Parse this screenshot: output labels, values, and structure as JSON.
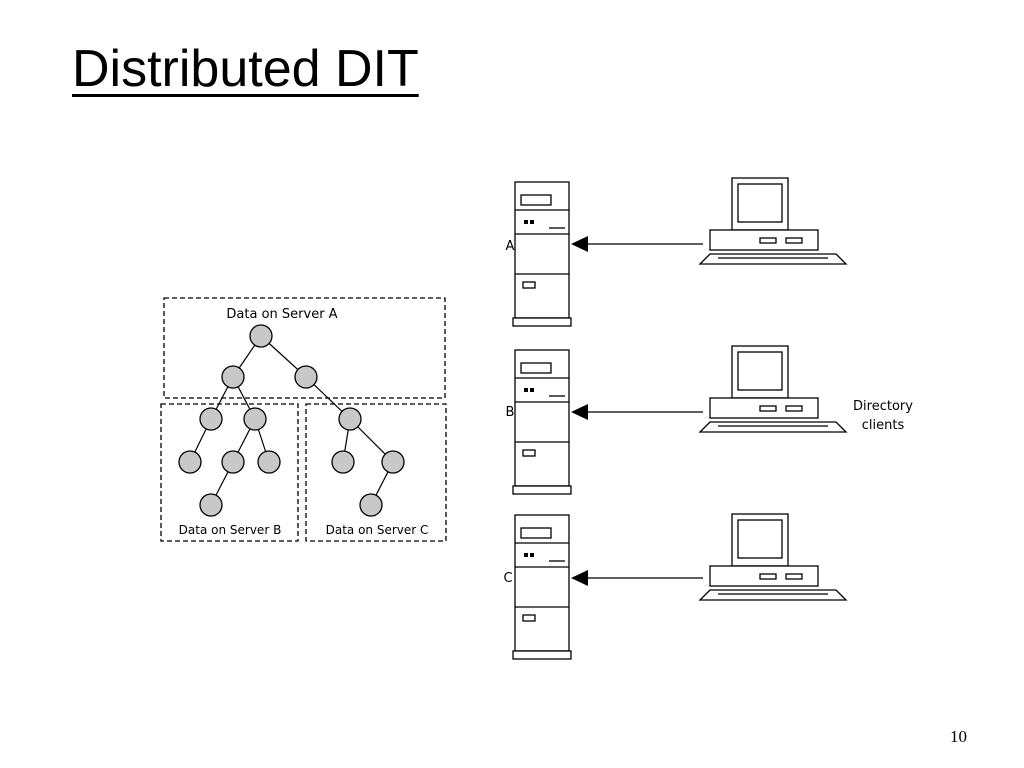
{
  "slide": {
    "title": "Distributed DIT",
    "page_number": "10"
  },
  "dit": {
    "regions": [
      {
        "label": "Data on Server A"
      },
      {
        "label": "Data on Server B"
      },
      {
        "label": "Data on Server C"
      }
    ]
  },
  "servers": [
    {
      "label": "A"
    },
    {
      "label": "B"
    },
    {
      "label": "C"
    }
  ],
  "clients": {
    "label_lines": [
      "Directory",
      "clients"
    ]
  },
  "colors": {
    "node_fill": "#c8c8c8",
    "line": "#000000",
    "background": "#ffffff"
  }
}
